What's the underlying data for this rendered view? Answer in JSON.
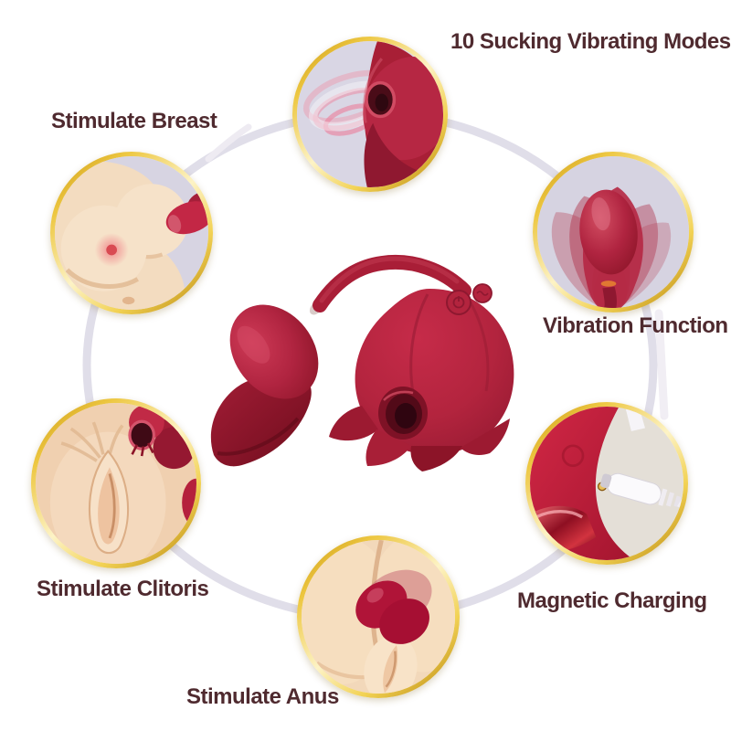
{
  "features": [
    {
      "id": "sucking-modes",
      "label": "10 Sucking Vibrating Modes"
    },
    {
      "id": "stimulate-breast",
      "label": "Stimulate Breast"
    },
    {
      "id": "vibration-function",
      "label": "Vibration Function"
    },
    {
      "id": "stimulate-clitoris",
      "label": "Stimulate Clitoris"
    },
    {
      "id": "magnetic-charging",
      "label": "Magnetic Charging"
    },
    {
      "id": "stimulate-anus",
      "label": "Stimulate Anus"
    }
  ],
  "colors": {
    "accent_red": "#b3223c",
    "deep_red": "#8c1428",
    "gold_ring": "#e6b52e",
    "label_text": "#4f2a2f",
    "lavender_bg": "#d8d5e3",
    "skin_tone": "#f3dcc0",
    "connector_ring_gray": "#e0dee9",
    "cable_white": "#f4f1f6"
  }
}
